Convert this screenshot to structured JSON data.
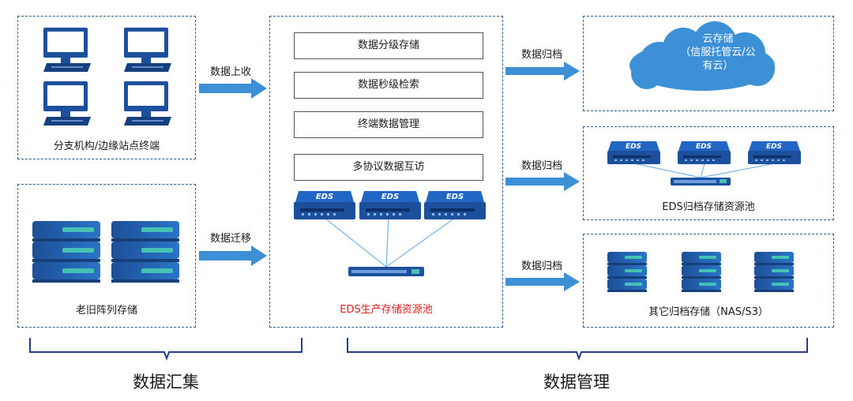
{
  "left_top": {
    "caption": "分支机构/边缘站点终端"
  },
  "left_bottom": {
    "caption": "老旧阵列存储"
  },
  "arrows": {
    "collect": "数据上收",
    "migrate": "数据迁移",
    "archive1": "数据归档",
    "archive2": "数据归档",
    "archive3": "数据归档"
  },
  "center": {
    "functions": [
      "数据分级存储",
      "数据秒级检索",
      "终端数据管理",
      "多协议数据互访"
    ],
    "caption": "EDS生产存储资源池",
    "caption_color": "#e02020",
    "device_label": "EDS"
  },
  "right_top": {
    "cloud_lines": [
      "云存储",
      "（信服托管云/公",
      "有云）"
    ]
  },
  "right_mid": {
    "caption": "EDS归档存储资源池",
    "device_label": "EDS"
  },
  "right_bottom": {
    "caption": "其它归档存储（NAS/S3）"
  },
  "sections": {
    "left": "数据汇集",
    "right": "数据管理"
  },
  "colors": {
    "border": "#2f5f92",
    "arrow": "#3d8fd6",
    "brace": "#2a3b8f",
    "device": "#1c4f9c"
  }
}
